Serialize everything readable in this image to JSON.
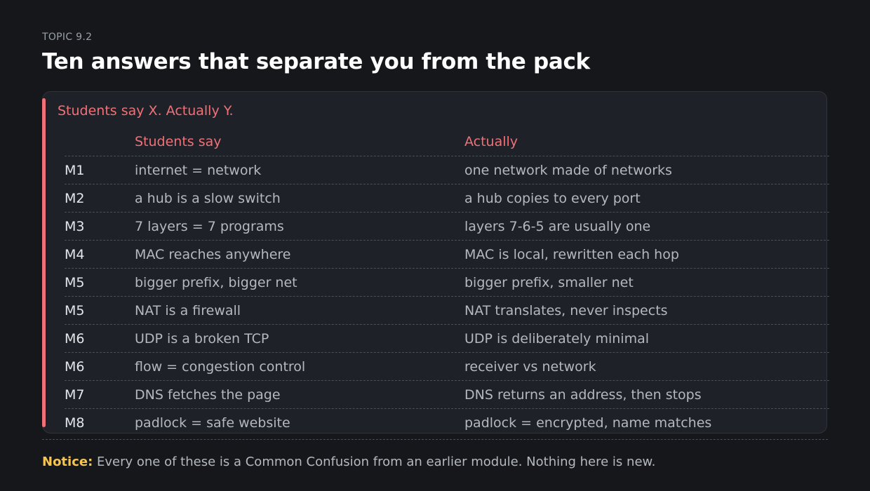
{
  "header": {
    "topic": "TOPIC 9.2",
    "title": "Ten answers that separate you from the pack"
  },
  "card": {
    "title": "Students say X. Actually Y.",
    "accent_color": "#f07178",
    "columns": {
      "id": "",
      "say": "Students say",
      "actual": "Actually"
    },
    "rows": [
      {
        "id": "M1",
        "say": "internet = network",
        "actual": "one network made of networks"
      },
      {
        "id": "M2",
        "say": "a hub is a slow switch",
        "actual": "a hub copies to every port"
      },
      {
        "id": "M3",
        "say": "7 layers = 7 programs",
        "actual": "layers 7-6-5 are usually one"
      },
      {
        "id": "M4",
        "say": "MAC reaches anywhere",
        "actual": "MAC is local, rewritten each hop"
      },
      {
        "id": "M5",
        "say": "bigger prefix, bigger net",
        "actual": "bigger prefix, smaller net"
      },
      {
        "id": "M5",
        "say": "NAT is a firewall",
        "actual": "NAT translates, never inspects"
      },
      {
        "id": "M6",
        "say": "UDP is a broken TCP",
        "actual": "UDP is deliberately minimal"
      },
      {
        "id": "M6",
        "say": "flow = congestion control",
        "actual": "receiver vs network"
      },
      {
        "id": "M7",
        "say": "DNS fetches the page",
        "actual": "DNS returns an address, then stops"
      },
      {
        "id": "M8",
        "say": "padlock = safe website",
        "actual": "padlock = encrypted, name matches"
      }
    ]
  },
  "notice": {
    "label": "Notice:",
    "text": " Every one of these is a Common Confusion from an earlier module. Nothing here is new.",
    "label_color": "#f5c451"
  }
}
